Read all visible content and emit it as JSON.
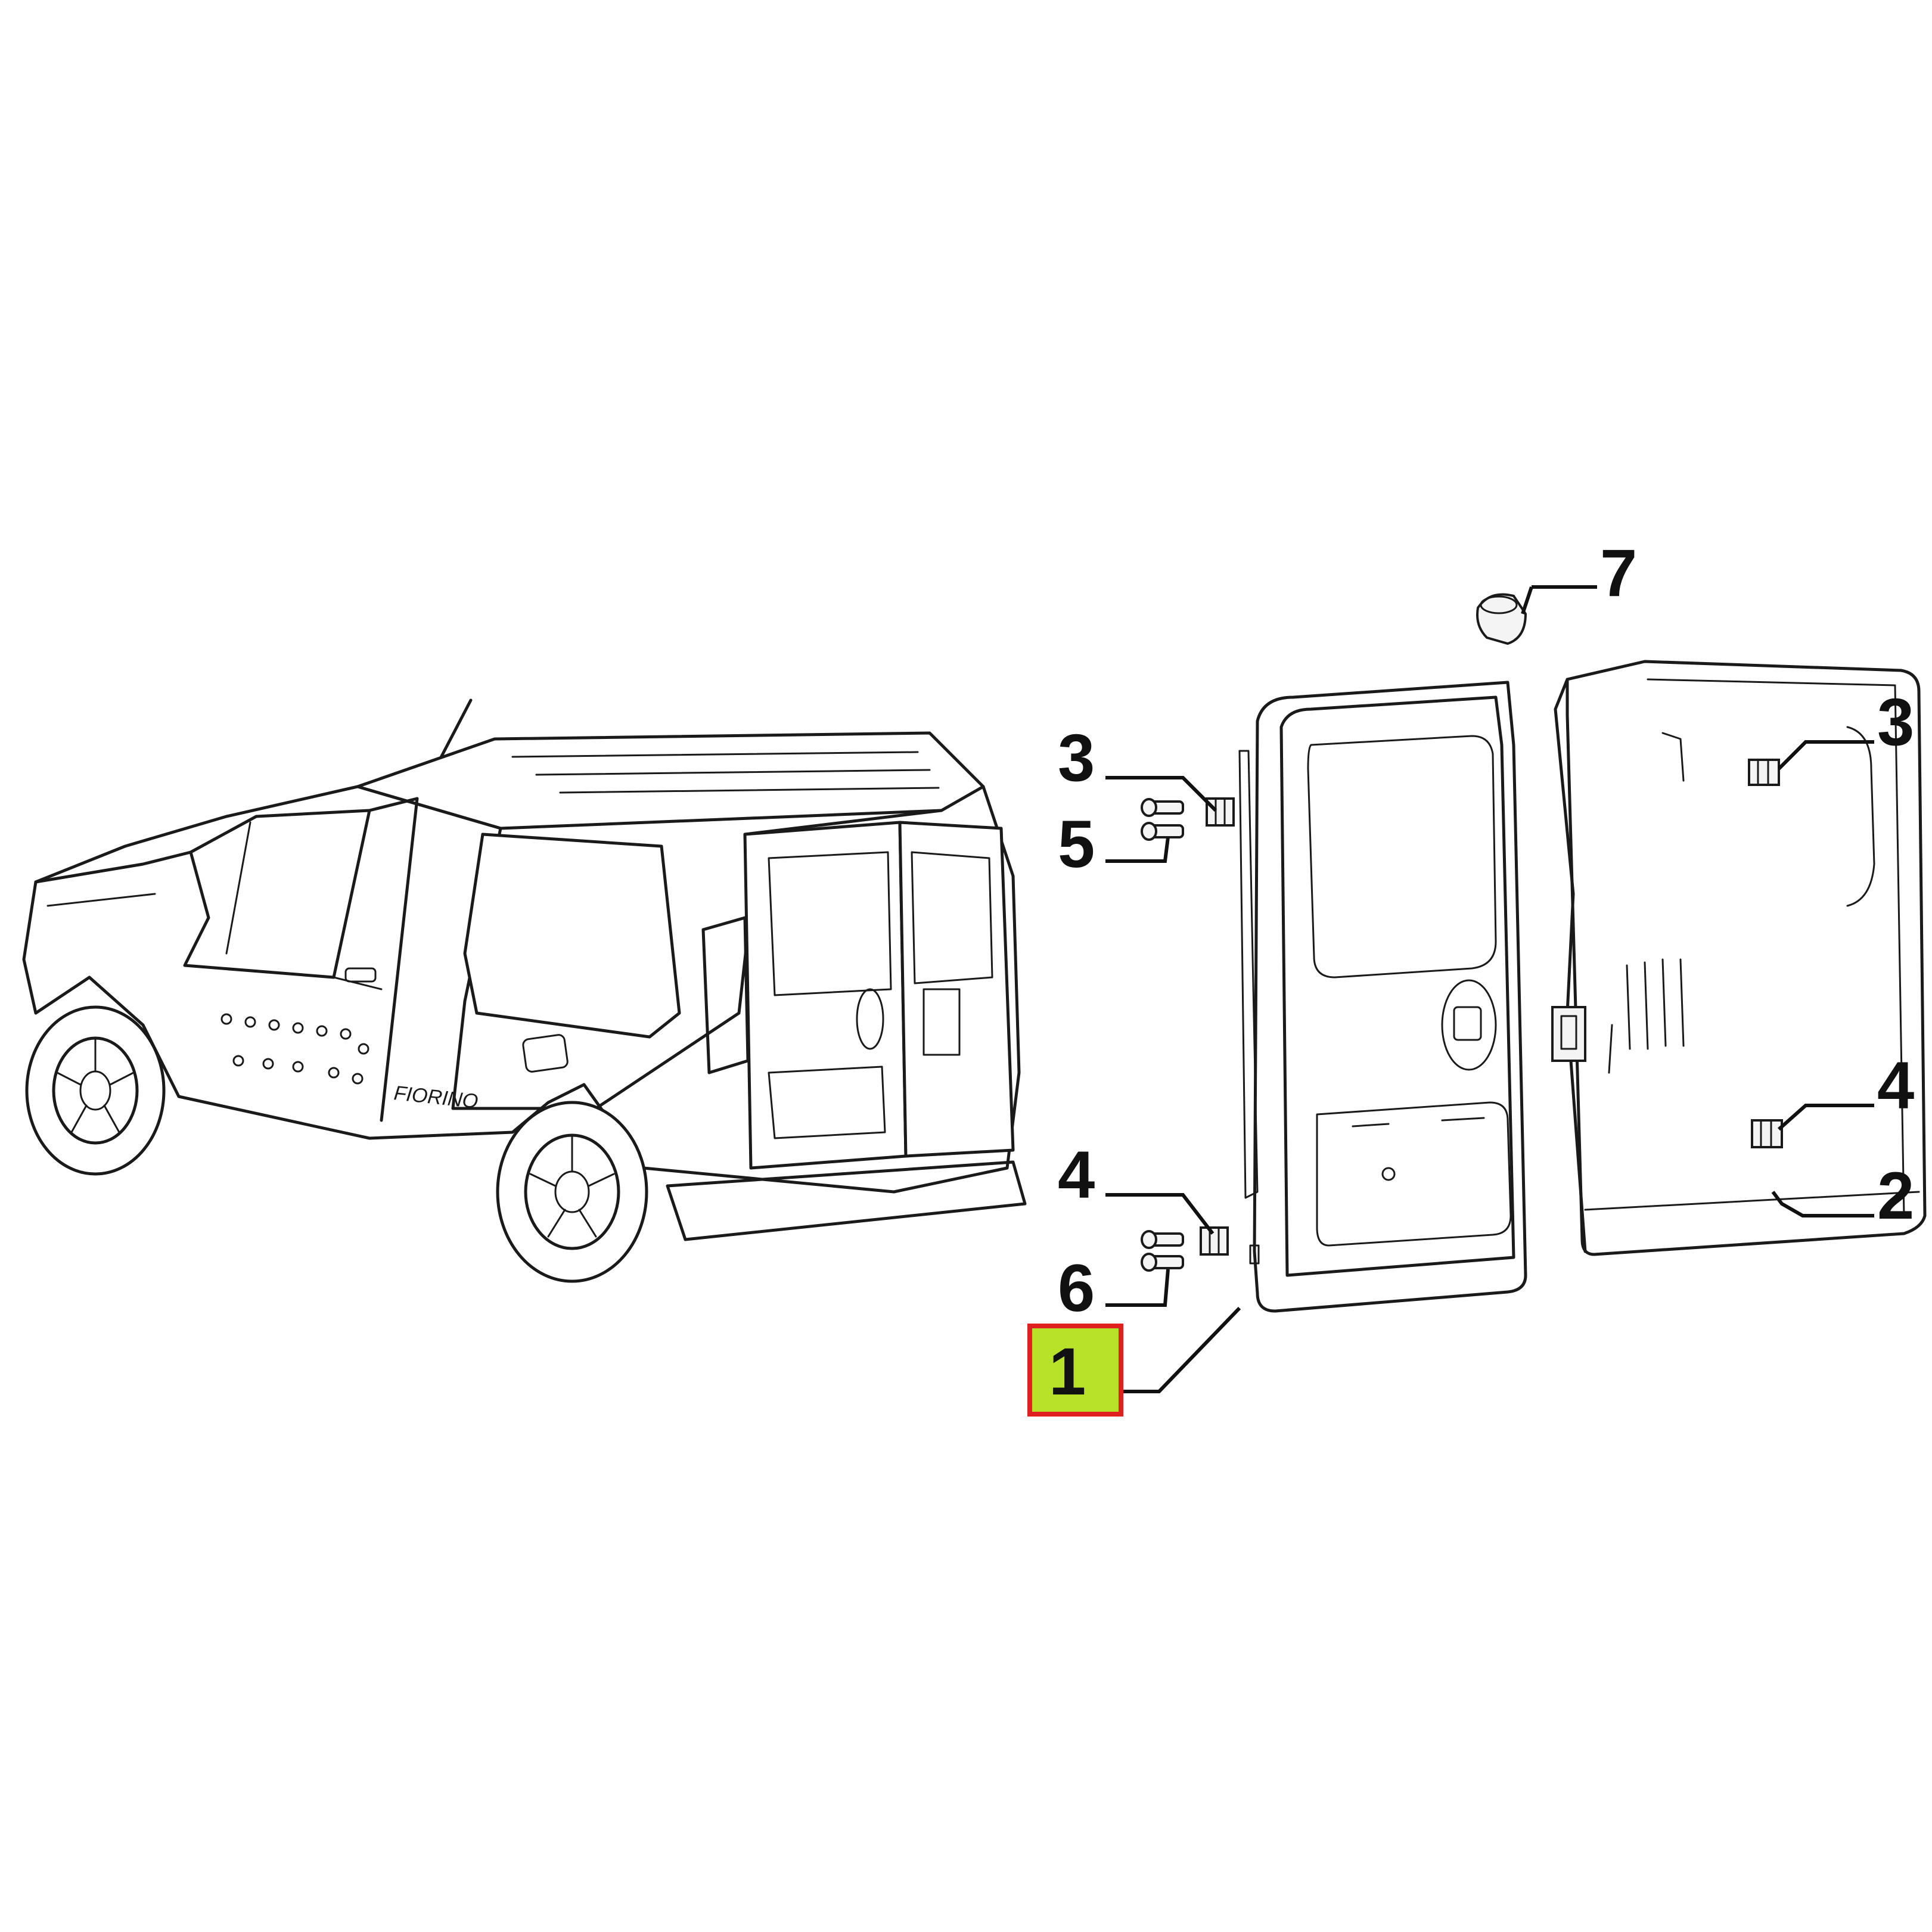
{
  "callouts": [
    {
      "id": "1",
      "label": "1",
      "highlighted": true
    },
    {
      "id": "2",
      "label": "2",
      "highlighted": false
    },
    {
      "id": "3a",
      "label": "3",
      "highlighted": false
    },
    {
      "id": "3b",
      "label": "3",
      "highlighted": false
    },
    {
      "id": "4a",
      "label": "4",
      "highlighted": false
    },
    {
      "id": "4b",
      "label": "4",
      "highlighted": false
    },
    {
      "id": "5",
      "label": "5",
      "highlighted": false
    },
    {
      "id": "6",
      "label": "6",
      "highlighted": false
    },
    {
      "id": "7",
      "label": "7",
      "highlighted": false
    }
  ],
  "vehicle_badge": "FIORINO",
  "highlight": {
    "fill": "#b8e22a",
    "border": "#e0201f"
  }
}
